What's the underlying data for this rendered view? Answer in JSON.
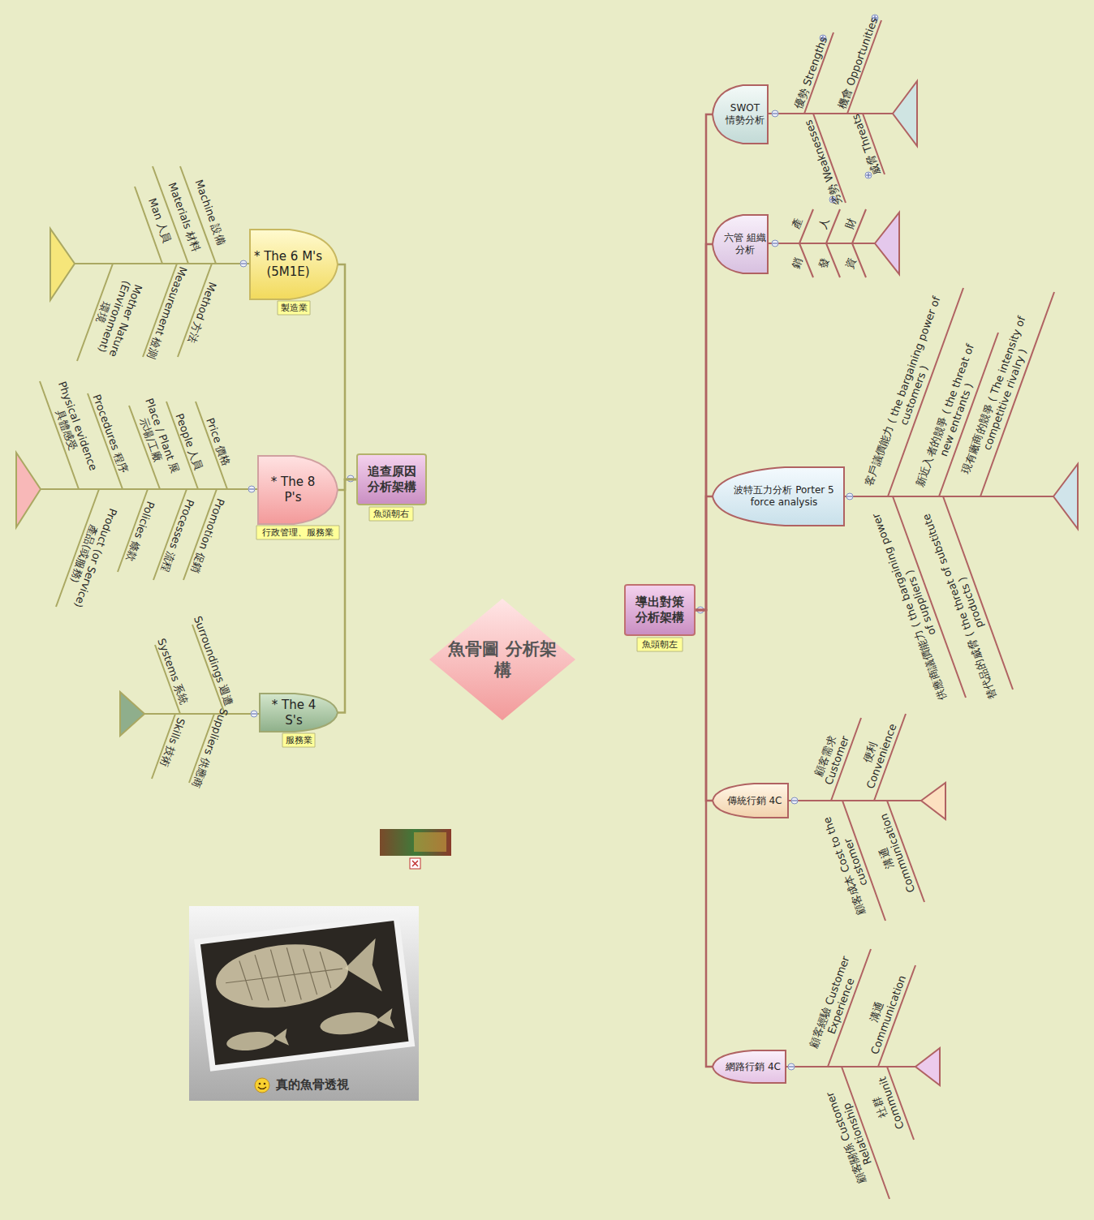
{
  "diagram": {
    "caption": "真的魚骨透視",
    "nodes": [
      {
        "text": [
          "魚骨圖 分析架構"
        ]
      },
      {
        "text": [
          "追查原因 分析架構"
        ]
      },
      {
        "text": [
          "魚頭朝右"
        ]
      },
      {
        "text": [
          "* The 6 M's (5M1E)"
        ]
      },
      {
        "text": [
          "製造業"
        ]
      },
      {
        "text": [
          "* The 8 P's"
        ]
      },
      {
        "text": [
          "行政管理、服務業"
        ]
      },
      {
        "text": [
          "* The 4 S's"
        ]
      },
      {
        "text": [
          "服務業"
        ]
      },
      {
        "text": [
          "導出對策 分析架構"
        ]
      },
      {
        "text": [
          "魚頭朝左"
        ]
      },
      {
        "text": [
          "SWOT 情勢分析"
        ]
      },
      {
        "text": [
          "六管 組織分析"
        ]
      },
      {
        "text": [
          "波特五力分析 Porter 5 force analysis"
        ]
      },
      {
        "text": [
          "傳統行銷 4C"
        ]
      },
      {
        "text": [
          "網路行銷 4C"
        ]
      }
    ],
    "edges": [
      {
        "from": 1,
        "to": 3,
        "arrow": "none"
      },
      {
        "from": 1,
        "to": 5,
        "arrow": "none"
      },
      {
        "from": 1,
        "to": 7,
        "arrow": "none"
      },
      {
        "from": 9,
        "to": 11,
        "arrow": "none"
      },
      {
        "from": 9,
        "to": 12,
        "arrow": "none"
      },
      {
        "from": 9,
        "to": 13,
        "arrow": "none"
      },
      {
        "from": 9,
        "to": 14,
        "arrow": "none"
      },
      {
        "from": 9,
        "to": 15,
        "arrow": "none"
      }
    ],
    "labels": [
      "Machine 設備",
      "Materials 材料",
      "Man 人員",
      "Method 方法",
      "Measurement 檢測",
      "Mother Nature (Environment) 環境",
      "Price 價格",
      "People 人員",
      "Place / Plant 展示場/工廠",
      "Procedures 程序",
      "Physical evidence 具體感受",
      "Promotion 促銷",
      "Processes 流程",
      "Policies 條款",
      "Product (or Service) 產品(或服務)",
      "Surroundings 週遭",
      "Systems 系統",
      "Skills 技術",
      "Suppliers 供應商",
      "優勢 Strengths",
      "機會 Opportunities",
      "劣勢 Weaknesses",
      "威脅 Threats",
      "產",
      "人",
      "財",
      "銷",
      "發",
      "資",
      "客戶議價能力 ( the bargaining power of customers )",
      "新近入者的競爭 ( the threat of new entrants )",
      "現有廠商的競爭 ( The intensity of competitive rivalry )",
      "供應商議價能力 ( the bargaining power of suppliers )",
      "替代品的威脅 ( the threat of substitute products )",
      "顧客需求 Customer",
      "便利 Convenience",
      "顧客成本 Cost to the customer",
      "溝通 Communication",
      "顧客經驗 Customer Experience",
      "溝通 Communication",
      "顧客關係 Customer Relationship",
      "社群 Communit"
    ]
  }
}
